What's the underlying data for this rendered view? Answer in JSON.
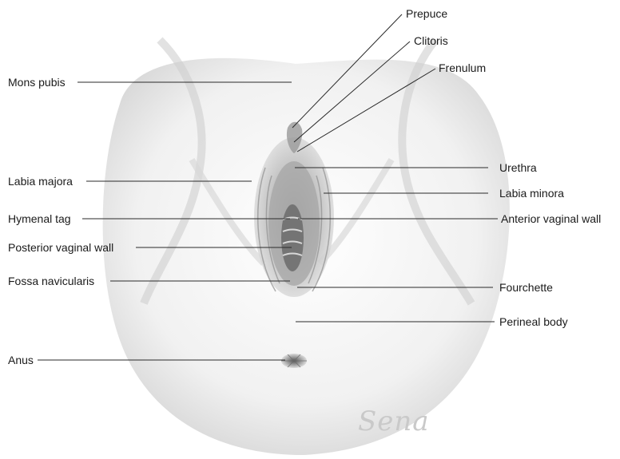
{
  "diagram": {
    "labels": {
      "prepuce": "Prepuce",
      "clitoris": "Clitoris",
      "frenulum": "Frenulum",
      "mons_pubis": "Mons pubis",
      "urethra": "Urethra",
      "labia_majora": "Labia majora",
      "labia_minora": "Labia minora",
      "hymenal_tag": "Hymenal tag",
      "anterior_vaginal_wall": "Anterior vaginal wall",
      "posterior_vaginal_wall": "Posterior vaginal wall",
      "fossa_navicularis": "Fossa navicularis",
      "fourchette": "Fourchette",
      "perineal_body": "Perineal body",
      "anus": "Anus"
    },
    "signature": "Sena"
  },
  "colors": {
    "line": "#2a2a2a",
    "text": "#1a1a1a",
    "shade_dark": "#9a9a9a",
    "shade_light": "#e4e4e4"
  }
}
